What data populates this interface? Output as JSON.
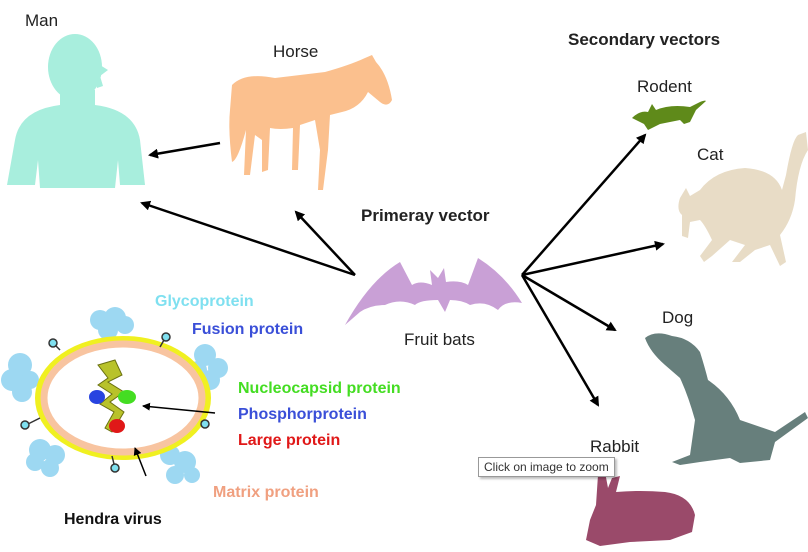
{
  "title_primary": "Primeray vector",
  "title_secondary": "Secondary vectors",
  "hosts": {
    "man": "Man",
    "horse": "Horse",
    "bat": "Fruit bats",
    "rodent": "Rodent",
    "cat": "Cat",
    "dog": "Dog",
    "rabbit": "Rabbit"
  },
  "virus": {
    "name": "Hendra virus",
    "proteins": [
      {
        "label": "Glycoprotein",
        "color": "#7fe0f0"
      },
      {
        "label": "Fusion protein",
        "color": "#3a4fd8"
      },
      {
        "label": "Nucleocapsid protein",
        "color": "#44dd22"
      },
      {
        "label": "Phosphorprotein",
        "color": "#3a4fd8"
      },
      {
        "label": "Large protein",
        "color": "#e01818"
      },
      {
        "label": "Matrix protein",
        "color": "#f0a080"
      }
    ]
  },
  "colors": {
    "man": "#a8eedd",
    "horse": "#fbc08e",
    "bat": "#c9a0d6",
    "rodent": "#5f8a1a",
    "cat": "#e8dcc6",
    "dog": "#677f7c",
    "rabbit": "#9a4a6a"
  },
  "tooltip": "Click on image to zoom"
}
